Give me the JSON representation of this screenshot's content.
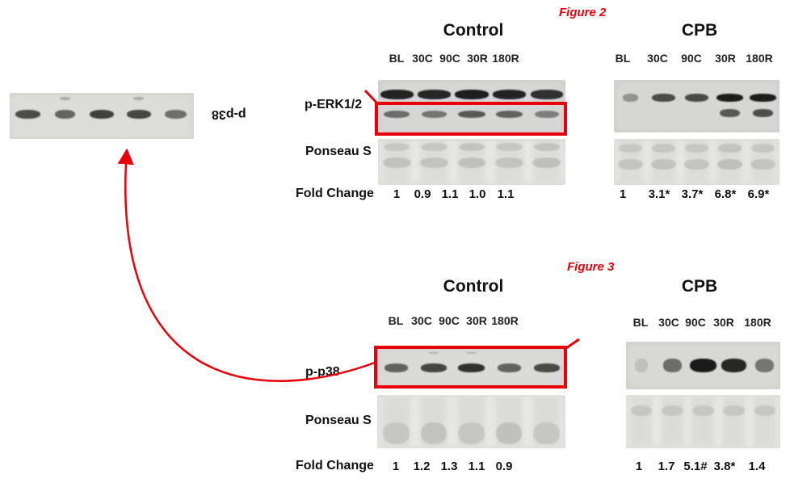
{
  "colors": {
    "annotation_red": "#e8000b",
    "band_dark": "#141414",
    "page_background": "#ffffff"
  },
  "left_panel": {
    "label": "p-p38"
  },
  "figure2": {
    "caption": "Figure 2",
    "control": {
      "title": "Control",
      "lanes": [
        "BL",
        "30C",
        "90C",
        "30R",
        "180R"
      ],
      "fold_change": [
        "1",
        "0.9",
        "1.1",
        "1.0",
        "1.1"
      ]
    },
    "cpb": {
      "title": "CPB",
      "lanes": [
        "BL",
        "30C",
        "90C",
        "30R",
        "180R"
      ],
      "fold_change": [
        "1",
        "3.1*",
        "3.7*",
        "6.8*",
        "6.9*"
      ]
    },
    "row_labels": {
      "target": "p-ERK1/2",
      "loading": "Ponseau S",
      "fold": "Fold Change"
    }
  },
  "figure3": {
    "caption": "Figure 3",
    "control": {
      "title": "Control",
      "lanes": [
        "BL",
        "30C",
        "90C",
        "30R",
        "180R"
      ],
      "fold_change": [
        "1",
        "1.2",
        "1.3",
        "1.1",
        "0.9"
      ]
    },
    "cpb": {
      "title": "CPB",
      "lanes": [
        "BL",
        "30C",
        "90C",
        "30R",
        "180R"
      ],
      "fold_change": [
        "1",
        "1.7",
        "5.1#",
        "3.8*",
        "1.4"
      ]
    },
    "row_labels": {
      "target": "p-p38",
      "loading": "Ponseau S",
      "fold": "Fold Change"
    }
  },
  "blots": {
    "left_strip": {
      "bg": "#dcdcd9",
      "lanes": 5,
      "rows": [
        {
          "y": 0.46,
          "h": 0.2,
          "bands": [
            {
              "l": 0,
              "w": 0.68,
              "o": 0.72
            },
            {
              "l": 1,
              "w": 0.55,
              "o": 0.6
            },
            {
              "l": 2,
              "w": 0.66,
              "o": 0.78
            },
            {
              "l": 3,
              "w": 0.66,
              "o": 0.75
            },
            {
              "l": 4,
              "w": 0.6,
              "o": 0.55
            }
          ]
        },
        {
          "y": 0.12,
          "h": 0.06,
          "bands": [
            {
              "l": 1,
              "w": 0.3,
              "o": 0.25
            },
            {
              "l": 3,
              "w": 0.3,
              "o": 0.25
            }
          ]
        }
      ]
    },
    "fig2_control_erk": {
      "bg": "#d6d6d4",
      "lanes": 5,
      "rows": [
        {
          "y": 0.27,
          "h": 0.17,
          "bands": [
            {
              "l": 0,
              "w": 0.88,
              "o": 0.92
            },
            {
              "l": 1,
              "w": 0.9,
              "o": 0.9
            },
            {
              "l": 2,
              "w": 0.92,
              "o": 0.95
            },
            {
              "l": 3,
              "w": 0.9,
              "o": 0.92
            },
            {
              "l": 4,
              "w": 0.85,
              "o": 0.85
            }
          ]
        },
        {
          "y": 0.63,
          "h": 0.14,
          "bands": [
            {
              "l": 0,
              "w": 0.7,
              "o": 0.55
            },
            {
              "l": 1,
              "w": 0.68,
              "o": 0.5
            },
            {
              "l": 2,
              "w": 0.75,
              "o": 0.65
            },
            {
              "l": 3,
              "w": 0.7,
              "o": 0.6
            },
            {
              "l": 4,
              "w": 0.65,
              "o": 0.45
            }
          ]
        }
      ]
    },
    "fig2_cpb_erk": {
      "bg": "#d6d6d4",
      "lanes": 5,
      "rows": [
        {
          "y": 0.34,
          "h": 0.15,
          "bands": [
            {
              "l": 0,
              "w": 0.45,
              "o": 0.35
            },
            {
              "l": 1,
              "w": 0.7,
              "o": 0.72
            },
            {
              "l": 2,
              "w": 0.72,
              "o": 0.72
            },
            {
              "l": 3,
              "w": 0.8,
              "o": 0.95
            },
            {
              "l": 4,
              "w": 0.8,
              "o": 0.95
            }
          ]
        },
        {
          "y": 0.63,
          "h": 0.15,
          "bands": [
            {
              "l": 3,
              "w": 0.6,
              "o": 0.65
            },
            {
              "l": 4,
              "w": 0.62,
              "o": 0.7
            }
          ]
        }
      ]
    },
    "fig2_control_ponceau": {
      "bg": "#e6e6e3",
      "lanes": 5,
      "streaks": {
        "o": 0.1
      },
      "rows": [
        {
          "y": 0.18,
          "h": 0.18,
          "bands": [
            {
              "l": 0,
              "w": 0.7,
              "o": 0.1
            },
            {
              "l": 1,
              "w": 0.7,
              "o": 0.1
            },
            {
              "l": 2,
              "w": 0.7,
              "o": 0.12
            },
            {
              "l": 3,
              "w": 0.7,
              "o": 0.1
            },
            {
              "l": 4,
              "w": 0.7,
              "o": 0.12
            }
          ]
        },
        {
          "y": 0.52,
          "h": 0.24,
          "bands": [
            {
              "l": 0,
              "w": 0.75,
              "o": 0.13
            },
            {
              "l": 1,
              "w": 0.75,
              "o": 0.12
            },
            {
              "l": 2,
              "w": 0.75,
              "o": 0.14
            },
            {
              "l": 3,
              "w": 0.75,
              "o": 0.12
            },
            {
              "l": 4,
              "w": 0.75,
              "o": 0.14
            }
          ]
        }
      ]
    },
    "fig2_cpb_ponceau": {
      "bg": "#e6e6e3",
      "lanes": 5,
      "streaks": {
        "o": 0.1
      },
      "rows": [
        {
          "y": 0.2,
          "h": 0.18,
          "bands": [
            {
              "l": 0,
              "w": 0.7,
              "o": 0.1
            },
            {
              "l": 1,
              "w": 0.7,
              "o": 0.11
            },
            {
              "l": 2,
              "w": 0.7,
              "o": 0.1
            },
            {
              "l": 3,
              "w": 0.7,
              "o": 0.12
            },
            {
              "l": 4,
              "w": 0.7,
              "o": 0.1
            }
          ]
        },
        {
          "y": 0.55,
          "h": 0.24,
          "bands": [
            {
              "l": 0,
              "w": 0.75,
              "o": 0.12
            },
            {
              "l": 1,
              "w": 0.75,
              "o": 0.13
            },
            {
              "l": 2,
              "w": 0.75,
              "o": 0.12
            },
            {
              "l": 3,
              "w": 0.75,
              "o": 0.14
            },
            {
              "l": 4,
              "w": 0.75,
              "o": 0.12
            }
          ]
        }
      ]
    },
    "fig3_control_p38": {
      "bg": "#dadad7",
      "lanes": 5,
      "rows": [
        {
          "y": 0.5,
          "h": 0.22,
          "bands": [
            {
              "l": 0,
              "w": 0.62,
              "o": 0.6
            },
            {
              "l": 1,
              "w": 0.68,
              "o": 0.75
            },
            {
              "l": 2,
              "w": 0.72,
              "o": 0.85
            },
            {
              "l": 3,
              "w": 0.62,
              "o": 0.6
            },
            {
              "l": 4,
              "w": 0.68,
              "o": 0.72
            }
          ]
        },
        {
          "y": 0.1,
          "h": 0.05,
          "bands": [
            {
              "l": 1,
              "w": 0.3,
              "o": 0.2
            },
            {
              "l": 2,
              "w": 0.3,
              "o": 0.2
            }
          ]
        }
      ]
    },
    "fig3_cpb_p38": {
      "bg": "#d8d8d5",
      "lanes": 5,
      "rows": [
        {
          "y": 0.5,
          "h": 0.28,
          "bands": [
            {
              "l": 0,
              "w": 0.4,
              "o": 0.12
            },
            {
              "l": 1,
              "w": 0.6,
              "o": 0.55
            },
            {
              "l": 2,
              "w": 0.85,
              "o": 0.97
            },
            {
              "l": 3,
              "w": 0.8,
              "o": 0.9
            },
            {
              "l": 4,
              "w": 0.6,
              "o": 0.5
            }
          ]
        }
      ]
    },
    "fig3_control_ponceau": {
      "bg": "#e7e7e4",
      "lanes": 5,
      "streaks": {
        "o": 0.13
      },
      "rows": [
        {
          "y": 0.72,
          "h": 0.4,
          "bands": [
            {
              "l": 0,
              "w": 0.7,
              "o": 0.1
            },
            {
              "l": 1,
              "w": 0.7,
              "o": 0.12
            },
            {
              "l": 2,
              "w": 0.7,
              "o": 0.1
            },
            {
              "l": 3,
              "w": 0.7,
              "o": 0.13
            },
            {
              "l": 4,
              "w": 0.7,
              "o": 0.1
            }
          ]
        }
      ]
    },
    "fig3_cpb_ponceau": {
      "bg": "#e7e7e4",
      "lanes": 5,
      "streaks": {
        "o": 0.13
      },
      "rows": [
        {
          "y": 0.3,
          "h": 0.2,
          "bands": [
            {
              "l": 0,
              "w": 0.7,
              "o": 0.1
            },
            {
              "l": 1,
              "w": 0.7,
              "o": 0.1
            },
            {
              "l": 2,
              "w": 0.7,
              "o": 0.1
            },
            {
              "l": 3,
              "w": 0.7,
              "o": 0.1
            },
            {
              "l": 4,
              "w": 0.7,
              "o": 0.1
            }
          ]
        }
      ]
    }
  }
}
